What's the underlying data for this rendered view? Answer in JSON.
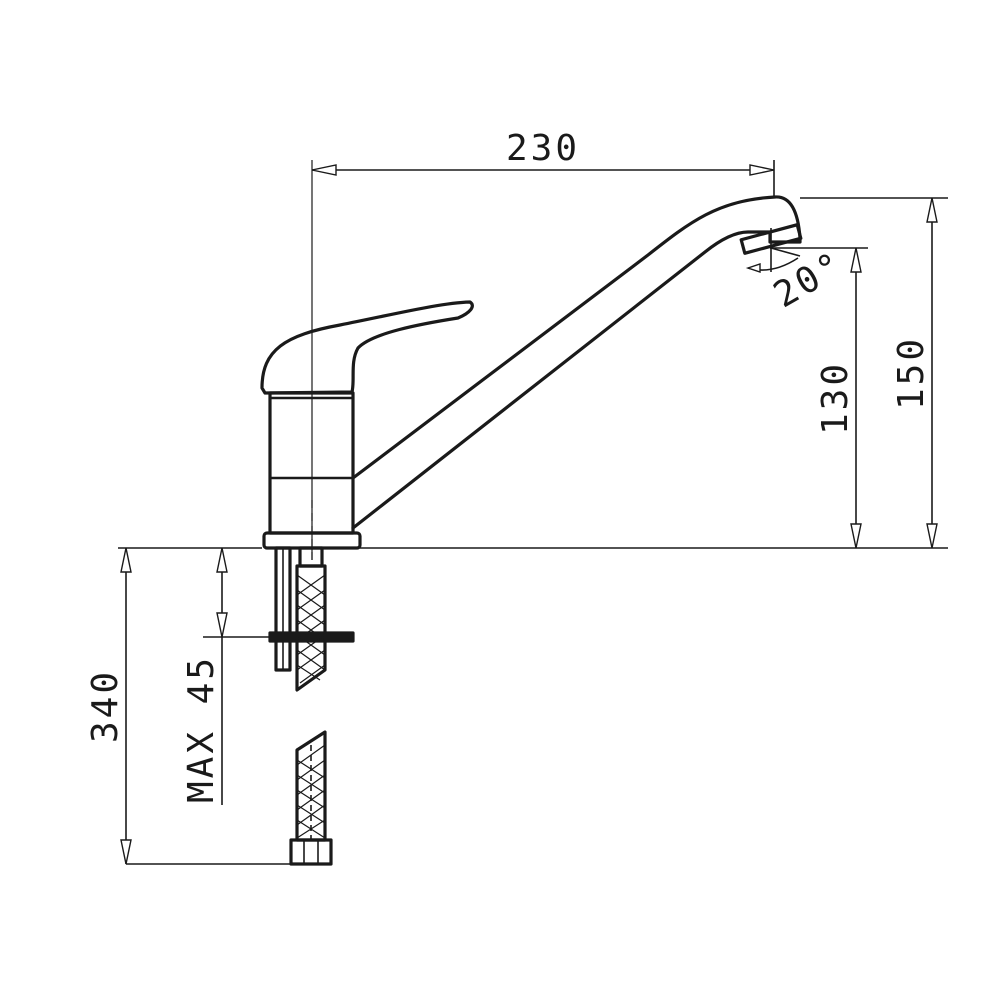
{
  "dimensions": {
    "spout_reach": "230",
    "total_height": "150",
    "outlet_height": "130",
    "outlet_angle": "20°",
    "hose_length": "340",
    "max_deck_thickness": "MAX 45"
  },
  "colors": {
    "line": "#1a1a1a",
    "background": "#ffffff"
  }
}
